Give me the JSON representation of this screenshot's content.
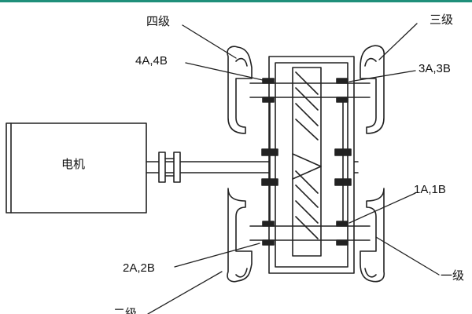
{
  "labels": {
    "stage4": "四级",
    "stage3": "三级",
    "bearing_4": "4A,4B",
    "bearing_3": "3A,3B",
    "motor": "电机",
    "bearing_1": "1A,1B",
    "bearing_2": "2A,2B",
    "stage1": "一级",
    "stage2": "二级"
  },
  "colors": {
    "top_bar": "#1f8f7a",
    "line": "#222222"
  }
}
